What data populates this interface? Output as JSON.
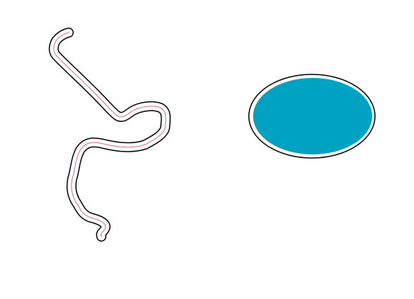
{
  "scene": {
    "shapes": [
      {
        "name": "freehand-stroke",
        "kind": "stroke",
        "outline_color": "#000000",
        "fill_color": "#ffffff",
        "inner_line_color": "#d36b8a"
      },
      {
        "name": "ellipse-shape",
        "kind": "ellipse",
        "outline_color": "#000000",
        "ring_color": "#ffffff",
        "fill_color": "#00a2c2"
      }
    ]
  }
}
